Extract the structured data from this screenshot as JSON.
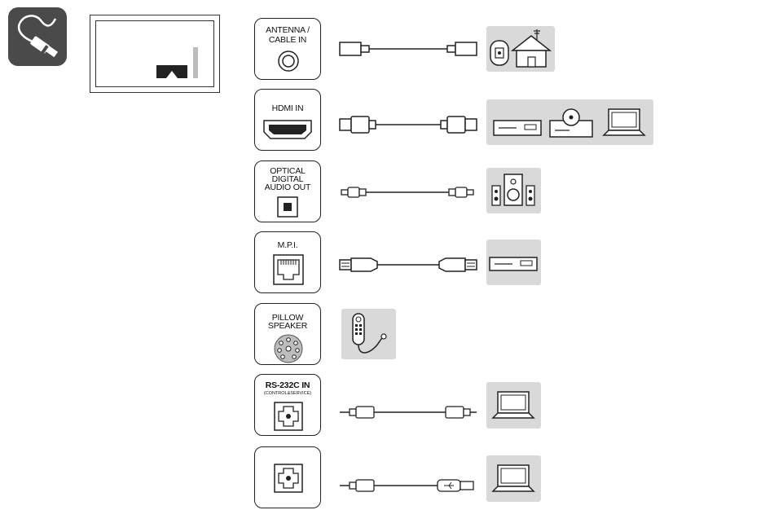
{
  "ports": [
    {
      "id": "antenna",
      "label_lines": [
        "ANTENNA /",
        "CABLE IN"
      ]
    },
    {
      "id": "hdmi",
      "label_lines": [
        "HDMI IN"
      ]
    },
    {
      "id": "optical",
      "label_lines": [
        "OPTICAL",
        "DIGITAL",
        "AUDIO OUT"
      ]
    },
    {
      "id": "mpi",
      "label_lines": [
        "M.P.I."
      ]
    },
    {
      "id": "pillow",
      "label_lines": [
        "PILLOW",
        "SPEAKER"
      ]
    },
    {
      "id": "rs232c",
      "label_lines": [
        "RS-232C IN"
      ],
      "sublabel": "(CONTROL&SERVICE)"
    },
    {
      "id": "rs232c_usb",
      "label_lines": []
    }
  ],
  "devices": {
    "antenna": [
      "antenna-house"
    ],
    "hdmi": [
      "set-top-box",
      "disc-player",
      "laptop"
    ],
    "optical": [
      "speaker-system"
    ],
    "mpi": [
      "set-top-box"
    ],
    "pillow": [
      "pillow-speaker-remote"
    ],
    "rs232c": [
      "laptop"
    ],
    "rs232c_usb": [
      "laptop"
    ]
  },
  "colors": {
    "icon_bg": "#4a4a4a",
    "panel_bg": "#d9d9d9",
    "line": "#222222"
  }
}
